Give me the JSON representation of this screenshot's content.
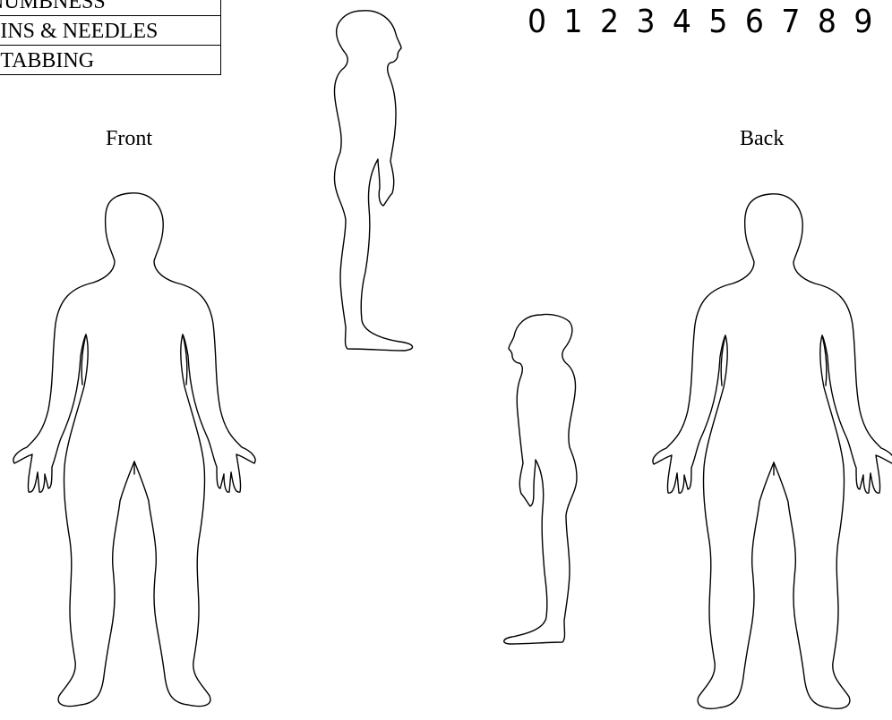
{
  "symptom_legend": [
    "NUMBNESS",
    "PINS & NEEDLES",
    "STABBING"
  ],
  "views": {
    "front": "Front",
    "back": "Back"
  },
  "pain_scale": [
    "0",
    "1",
    "2",
    "3",
    "4",
    "5",
    "6",
    "7",
    "8",
    "9"
  ]
}
